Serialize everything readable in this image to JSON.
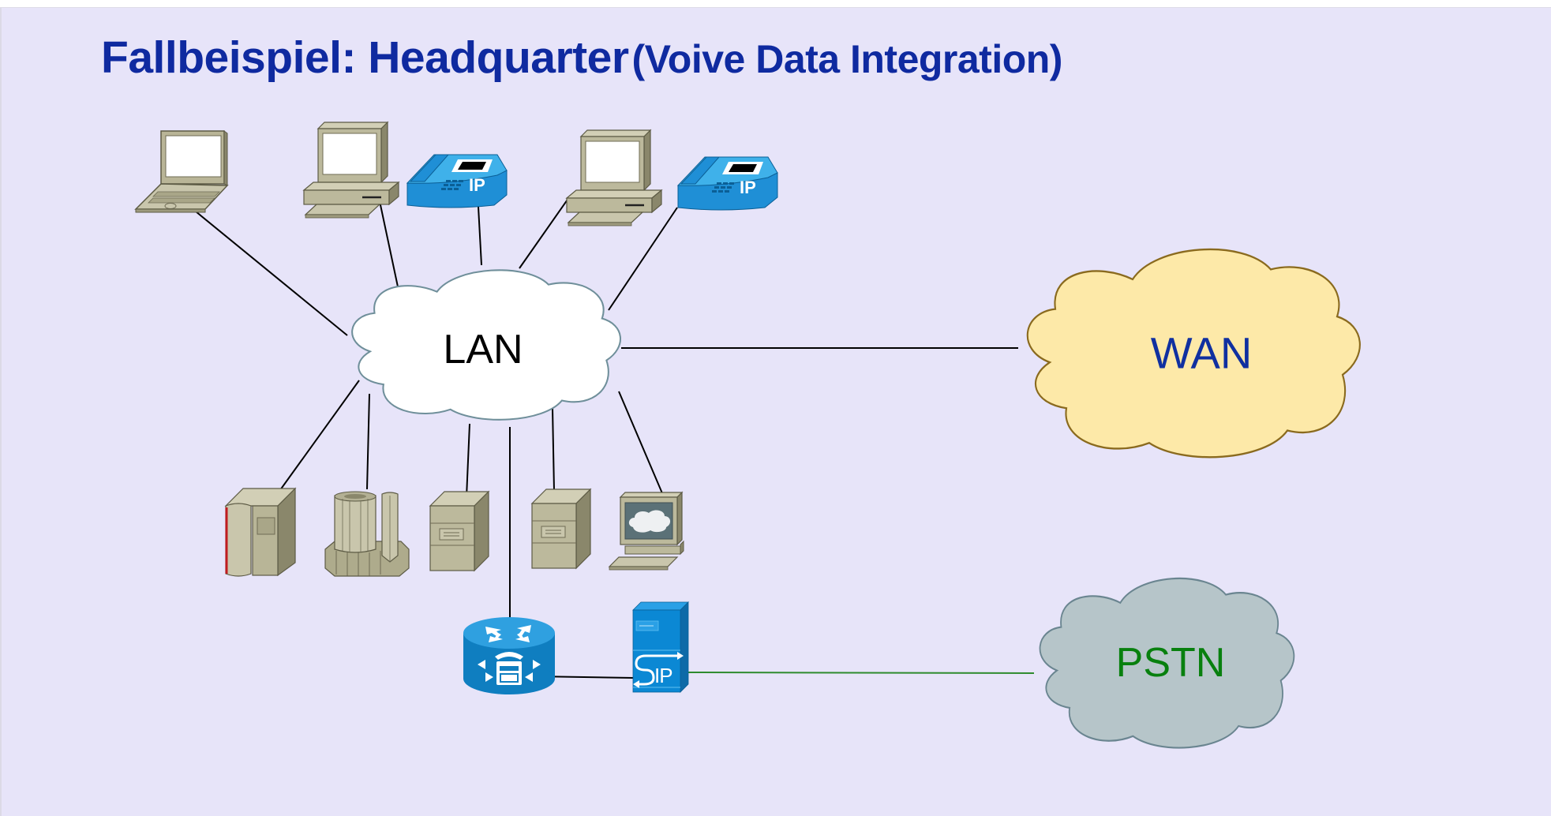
{
  "slide": {
    "title_main": "Fallbeispiel: Headquarter",
    "title_sub": "(Voive Data Integration)"
  },
  "colors": {
    "background": "#e7e4f9",
    "title": "#0f2aa0",
    "lan_fill": "#ffffff",
    "wan_fill": "#fde9a8",
    "wan_text": "#1030a0",
    "pstn_fill": "#b6c5c9",
    "pstn_text": "#08800e",
    "device_beige": "#c8c5a8",
    "device_blue": "#1f8fd6",
    "pstn_link": "#2e8b2e"
  },
  "clouds": {
    "lan": {
      "label": "LAN"
    },
    "wan": {
      "label": "WAN"
    },
    "pstn": {
      "label": "PSTN"
    }
  },
  "devices": {
    "laptop": {
      "icon": "laptop-icon"
    },
    "pc_1": {
      "icon": "desktop-pc-icon"
    },
    "ip_phone_1": {
      "icon": "ip-phone-icon",
      "label": "IP"
    },
    "pc_2": {
      "icon": "desktop-pc-icon"
    },
    "ip_phone_2": {
      "icon": "ip-phone-icon",
      "label": "IP"
    },
    "mainframe": {
      "icon": "mainframe-icon"
    },
    "supercomputer": {
      "icon": "supercomputer-icon"
    },
    "server_1": {
      "icon": "file-server-icon"
    },
    "server_2": {
      "icon": "file-server-icon"
    },
    "workstation": {
      "icon": "workstation-icon"
    },
    "voice_router": {
      "icon": "voice-router-icon"
    },
    "sip_server": {
      "icon": "sip-proxy-server-icon",
      "label": "SIP"
    }
  },
  "links": [
    {
      "from": "laptop",
      "to": "lan"
    },
    {
      "from": "pc_1",
      "to": "lan"
    },
    {
      "from": "ip_phone_1",
      "to": "lan"
    },
    {
      "from": "pc_2",
      "to": "lan"
    },
    {
      "from": "ip_phone_2",
      "to": "lan"
    },
    {
      "from": "mainframe",
      "to": "lan"
    },
    {
      "from": "supercomputer",
      "to": "lan"
    },
    {
      "from": "server_1",
      "to": "lan"
    },
    {
      "from": "server_2",
      "to": "lan"
    },
    {
      "from": "workstation",
      "to": "lan"
    },
    {
      "from": "voice_router",
      "to": "lan"
    },
    {
      "from": "lan",
      "to": "wan"
    },
    {
      "from": "voice_router",
      "to": "sip_server"
    },
    {
      "from": "sip_server",
      "to": "pstn"
    }
  ]
}
